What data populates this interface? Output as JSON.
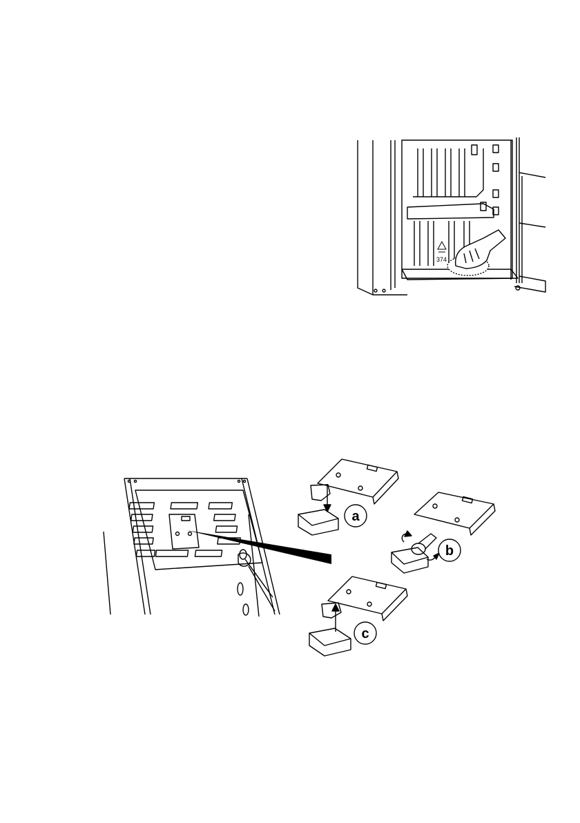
{
  "cleaning_figure": {
    "marking_number": "374"
  },
  "lamp_replacement_figure": {
    "steps": [
      {
        "label": "a"
      },
      {
        "label": "b"
      },
      {
        "label": "c"
      }
    ]
  }
}
